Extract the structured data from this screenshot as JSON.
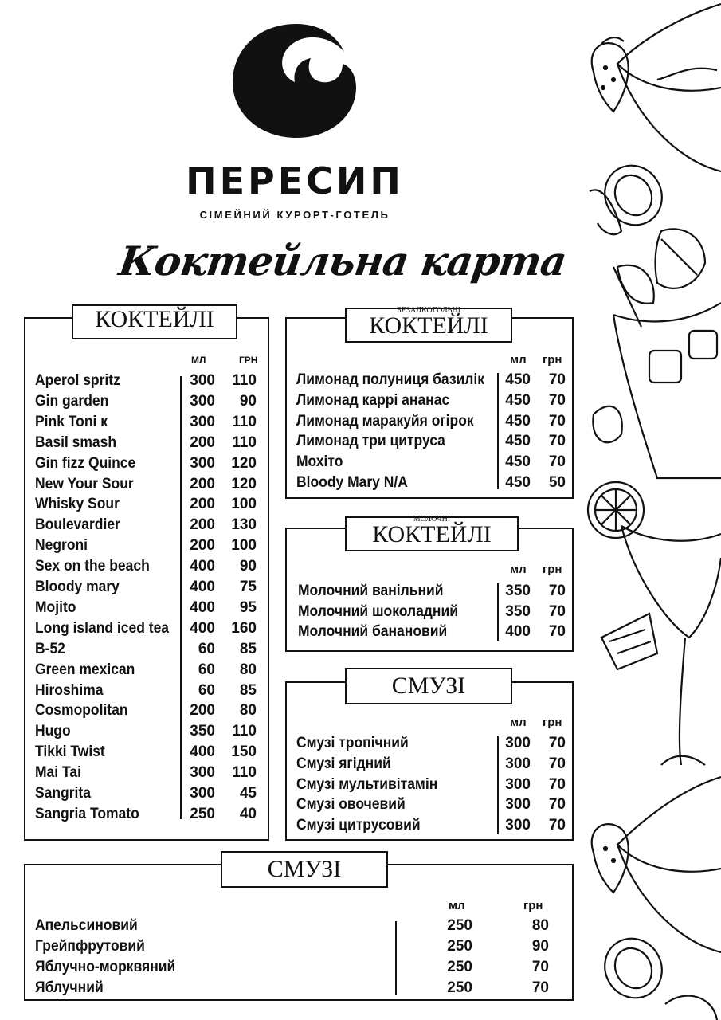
{
  "brand": {
    "name": "ПЕРЕСИП",
    "tagline": "СІМЕЙНИЙ КУРОРТ-ГОТЕЛЬ",
    "menu_title": "Коктейльна карта"
  },
  "sections": {
    "cocktails": {
      "title": "КОКТЕЙЛІ",
      "col_ml": "МЛ",
      "col_uah": "ГРН",
      "items": [
        {
          "name": "Aperol spritz",
          "ml": "300",
          "price": "110"
        },
        {
          "name": "Gin garden",
          "ml": "300",
          "price": "90"
        },
        {
          "name": "Pink Toni к",
          "ml": "300",
          "price": "110"
        },
        {
          "name": "Basil smash",
          "ml": "200",
          "price": "110"
        },
        {
          "name": "Gin fizz Quince",
          "ml": "300",
          "price": "120"
        },
        {
          "name": "New Your Sour",
          "ml": "200",
          "price": "120"
        },
        {
          "name": "Whisky Sour",
          "ml": "200",
          "price": "100"
        },
        {
          "name": "Boulevardier",
          "ml": "200",
          "price": "130"
        },
        {
          "name": "Negroni",
          "ml": "200",
          "price": "100"
        },
        {
          "name": "Sex on the beach",
          "ml": "400",
          "price": "90"
        },
        {
          "name": "Bloody mary",
          "ml": "400",
          "price": "75"
        },
        {
          "name": "Mojito",
          "ml": "400",
          "price": "95"
        },
        {
          "name": "Long island iced tea",
          "ml": "400",
          "price": "160"
        },
        {
          "name": "B-52",
          "ml": "60",
          "price": "85"
        },
        {
          "name": "Green mexican",
          "ml": "60",
          "price": "80"
        },
        {
          "name": "Hiroshima",
          "ml": "60",
          "price": "85"
        },
        {
          "name": "Cosmopolitan",
          "ml": "200",
          "price": "80"
        },
        {
          "name": "Hugo",
          "ml": "350",
          "price": "110"
        },
        {
          "name": "Tikki Twist",
          "ml": "400",
          "price": "150"
        },
        {
          "name": "Mai Tai",
          "ml": "300",
          "price": "110"
        },
        {
          "name": "Sangrita",
          "ml": "300",
          "price": "45"
        },
        {
          "name": "Sangria Tomato",
          "ml": "250",
          "price": "40"
        }
      ]
    },
    "non_alcoholic": {
      "pre": "БЕЗАЛКОГОЛЬНІ",
      "title": "КОКТЕЙЛІ",
      "col_ml": "мл",
      "col_uah": "грн",
      "items": [
        {
          "name": "Лимонад полуниця базилік",
          "ml": "450",
          "price": "70"
        },
        {
          "name": "Лимонад каррі ананас",
          "ml": "450",
          "price": "70"
        },
        {
          "name": "Лимонад маракуйя огірок",
          "ml": "450",
          "price": "70"
        },
        {
          "name": "Лимонад три цитруса",
          "ml": "450",
          "price": "70"
        },
        {
          "name": "Мохіто",
          "ml": "450",
          "price": "70"
        },
        {
          "name": "Bloody Mary N/A",
          "ml": "450",
          "price": "50"
        }
      ]
    },
    "milk": {
      "pre": "МОЛОЧНІ",
      "title": "КОКТЕЙЛІ",
      "col_ml": "мл",
      "col_uah": "грн",
      "items": [
        {
          "name": "Молочний  ванільний",
          "ml": "350",
          "price": "70"
        },
        {
          "name": "Молочний  шоколадний",
          "ml": "350",
          "price": "70"
        },
        {
          "name": "Молочний  банановий",
          "ml": "400",
          "price": "70"
        }
      ]
    },
    "smoothies": {
      "title": "СМУЗІ",
      "col_ml": "мл",
      "col_uah": "грн",
      "items": [
        {
          "name": "Смузі тропічний",
          "ml": "300",
          "price": "70"
        },
        {
          "name": "Смузі ягідний",
          "ml": "300",
          "price": "70"
        },
        {
          "name": "Смузі мультивітамін",
          "ml": "300",
          "price": "70"
        },
        {
          "name": "Смузі овочевий",
          "ml": "300",
          "price": "70"
        },
        {
          "name": "Смузі цитрусовий",
          "ml": "300",
          "price": "70"
        }
      ]
    },
    "fresh": {
      "title": "СМУЗІ",
      "col_ml": "мл",
      "col_uah": "грн",
      "items": [
        {
          "name": "Апельсиновий",
          "ml": "250",
          "price": "80"
        },
        {
          "name": "Грейпфрутовий",
          "ml": "250",
          "price": "90"
        },
        {
          "name": "Яблучно-морквяний",
          "ml": "250",
          "price": "70"
        },
        {
          "name": "Яблучний",
          "ml": "250",
          "price": "70"
        }
      ]
    }
  },
  "colors": {
    "ink": "#111111",
    "background": "#ffffff"
  },
  "icons": [
    "wave-logo-icon",
    "strawberry-icon",
    "citrus-slice-icon",
    "mint-leaf-icon",
    "cocktail-glass-icon",
    "martini-glass-icon",
    "pineapple-icon"
  ]
}
